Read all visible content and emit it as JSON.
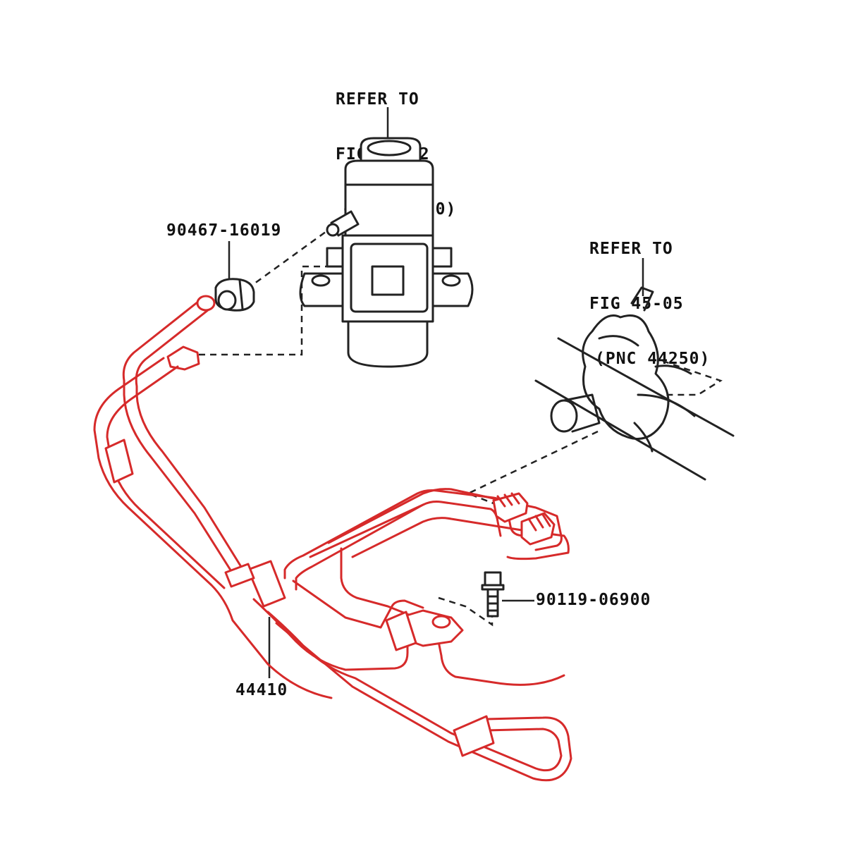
{
  "callouts": {
    "pump_ref": {
      "line1": "REFER TO",
      "line2": "FIG 45-02",
      "line3": "(PNC 44320)"
    },
    "gear_ref": {
      "line1": "REFER TO",
      "line2": "FIG 45-05",
      "line3": "(PNC 44250)"
    },
    "clamp_part": "90467-16019",
    "bolt_part": "90119-06900",
    "tube_part": "44410"
  },
  "colors": {
    "highlight": "#d62a2a",
    "linework": "#222222",
    "background": "#ffffff"
  }
}
